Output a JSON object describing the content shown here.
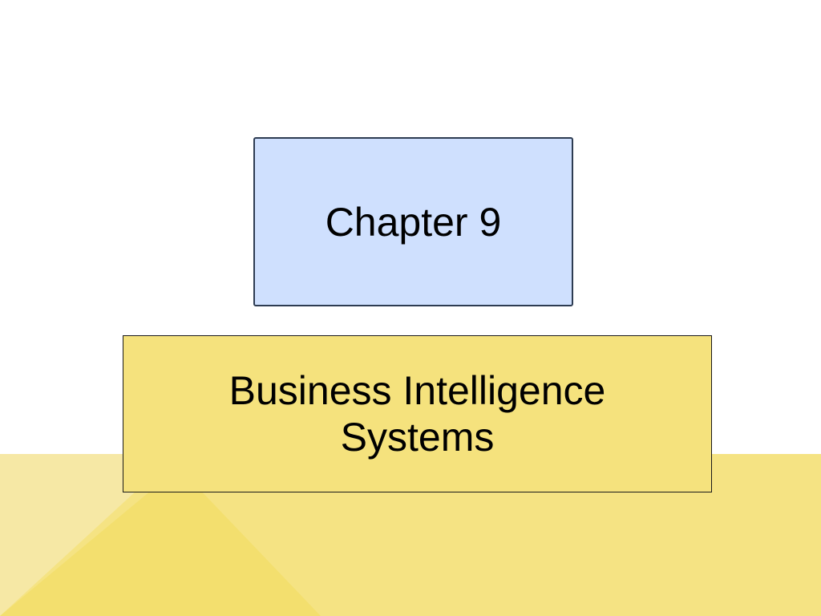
{
  "slide": {
    "chapter_label": "Chapter 9",
    "title_lines": [
      "Business Intelligence",
      "Systems"
    ]
  },
  "colors": {
    "chapter_box_fill": "#cfe0fe",
    "chapter_box_border": "#2d3c52",
    "title_box_fill": "#f5e27d",
    "band_light": "#f6e8a5",
    "band_main": "#f5e383",
    "band_triangle": "#f3df6e"
  }
}
